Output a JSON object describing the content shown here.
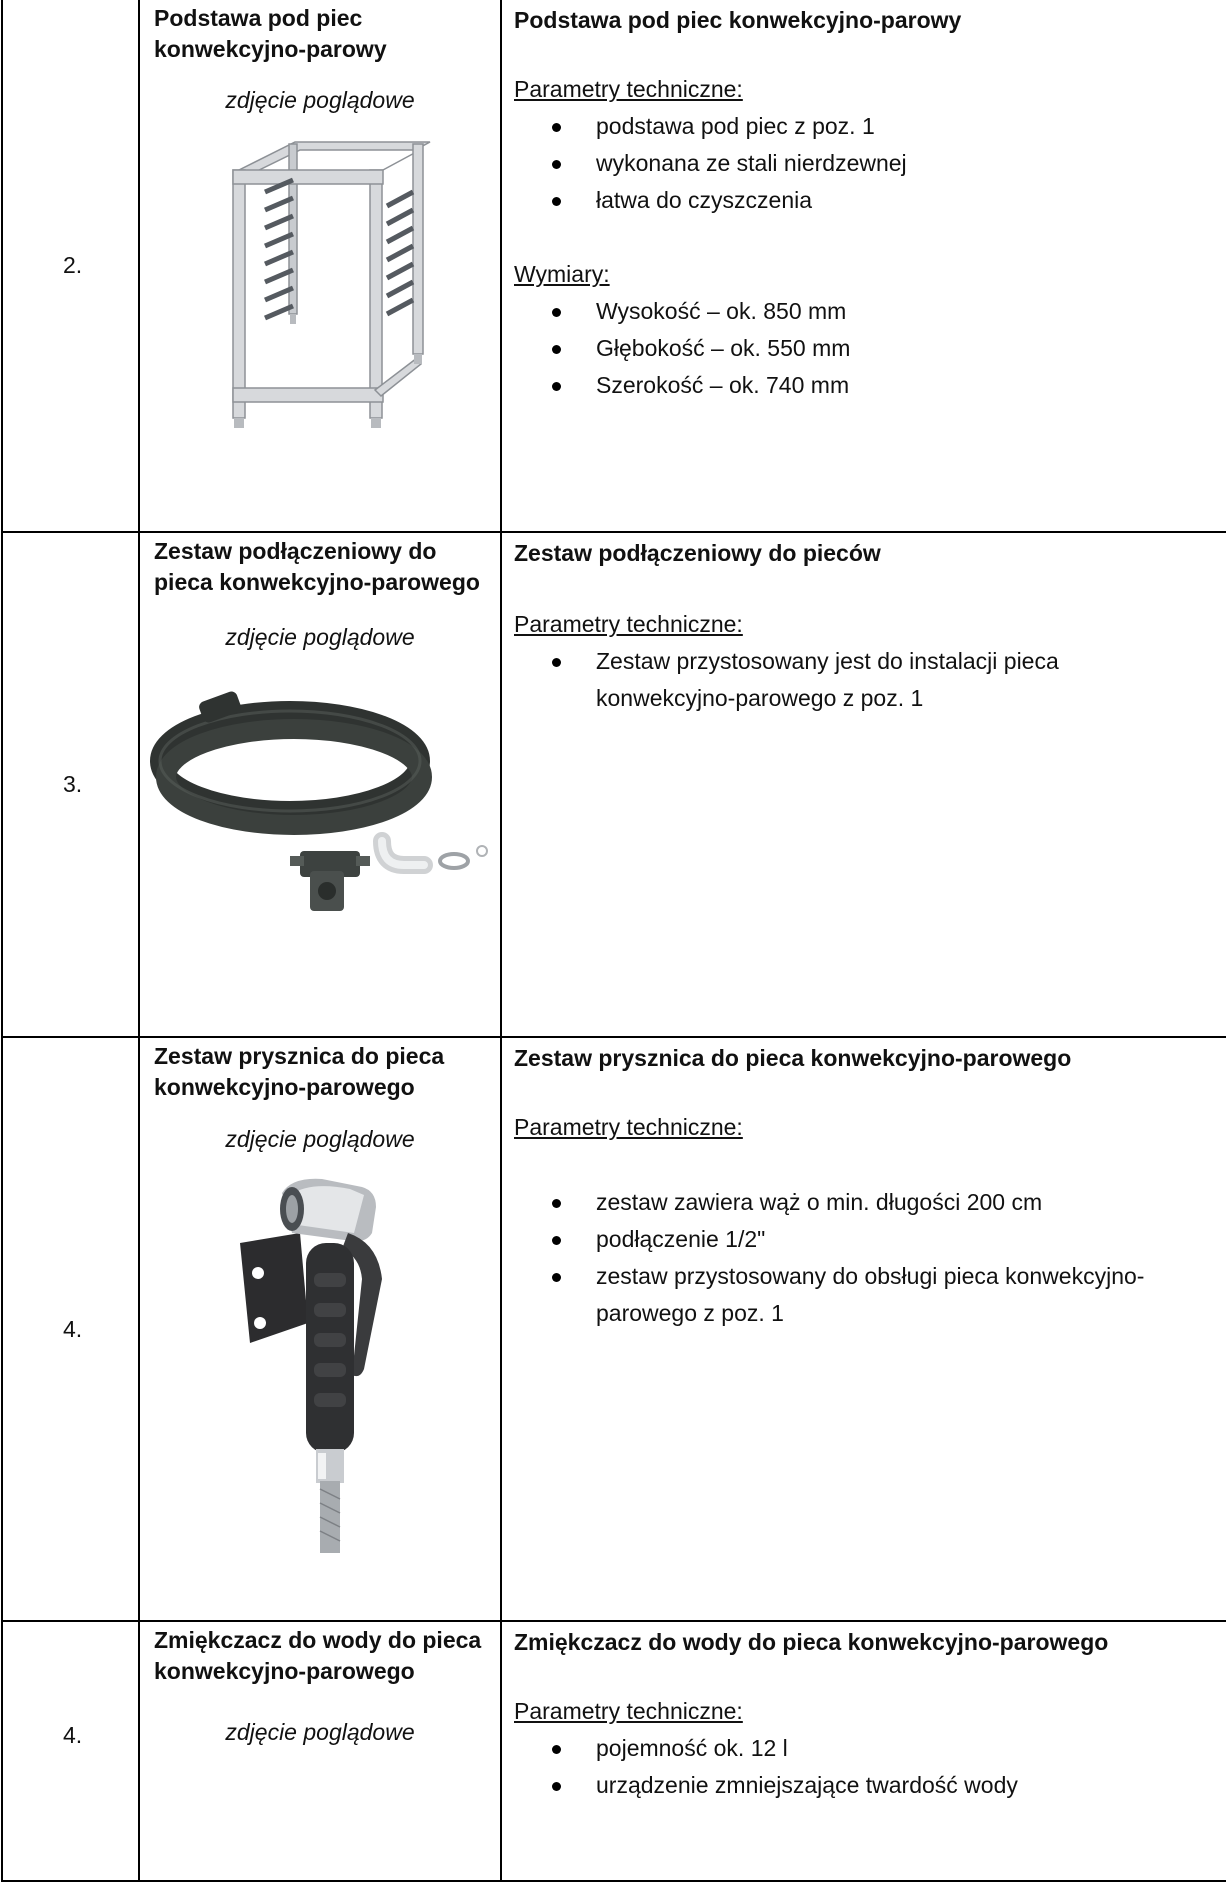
{
  "rows": [
    {
      "num": "2.",
      "name": "Podstawa pod piec konwekcyjno-parowy",
      "caption": "zdjęcie poglądowe",
      "image_icon": "oven-stand-image",
      "desc_title": "Podstawa pod piec konwekcyjno-parowy",
      "sections": [
        {
          "label": "Parametry techniczne:",
          "items": [
            "podstawa pod piec z poz. 1",
            "wykonana ze stali nierdzewnej",
            "łatwa do czyszczenia"
          ]
        },
        {
          "label": "Wymiary:",
          "items": [
            "Wysokość – ok. 850 mm",
            "Głębokość – ok. 550 mm",
            "Szerokość – ok. 740 mm"
          ]
        }
      ]
    },
    {
      "num": "3.",
      "name": "Zestaw podłączeniowy do pieca konwekcyjno-parowego",
      "caption": "zdjęcie poglądowe",
      "image_icon": "connection-kit-hose-image",
      "desc_title": "Zestaw podłączeniowy do pieców",
      "sections": [
        {
          "label": "Parametry techniczne:",
          "items": [
            "Zestaw przystosowany jest do instalacji pieca konwekcyjno-parowego z poz. 1"
          ]
        }
      ]
    },
    {
      "num": "4.",
      "name": "Zestaw prysznica do pieca konwekcyjno-parowego",
      "caption": "zdjęcie poglądowe",
      "image_icon": "shower-spray-gun-image",
      "desc_title": "Zestaw prysznica do pieca konwekcyjno-parowego",
      "sections": [
        {
          "label": "Parametry techniczne:",
          "items": [
            "zestaw zawiera wąż o min. długości 200 cm",
            "podłączenie 1/2\"",
            "zestaw przystosowany do obsługi pieca konwekcyjno-parowego z poz. 1"
          ]
        }
      ]
    },
    {
      "num": "4.",
      "name": "Zmiękczacz do wody do pieca konwekcyjno-parowego",
      "caption": "zdjęcie poglądowe",
      "desc_title": "Zmiękczacz do wody do  pieca konwekcyjno-parowego",
      "sections": [
        {
          "label": "Parametry techniczne:",
          "items": [
            "pojemność ok. 12 l",
            "urządzenie zmniejszające twardość wody"
          ]
        }
      ]
    }
  ]
}
